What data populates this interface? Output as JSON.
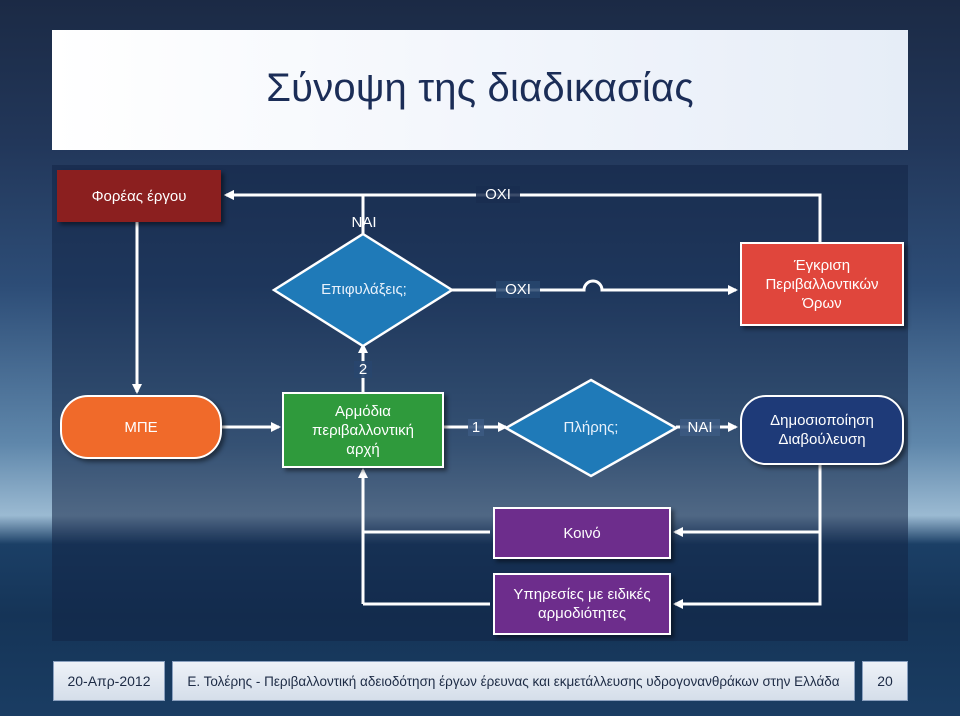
{
  "slide": {
    "title": "Σύνοψη της διαδικασίας"
  },
  "nodes": {
    "foreas": "Φορέας έργου",
    "epifylaxeis": "Επιφυλάξεις;",
    "egkrisi": "Έγκριση Περιβαλλοντικών Όρων",
    "mpe": "ΜΠΕ",
    "armodia": "Αρμόδια περιβαλλοντική αρχή",
    "plires": "Πλήρης;",
    "dimosiopoiisi": "Δημοσιοποίηση Διαβούλευση",
    "koino": "Κοινό",
    "ypiresies": "Υπηρεσίες με ειδικές αρμοδιότητες"
  },
  "edge_labels": {
    "nai_top": "ΝΑΙ",
    "oxi_top": "ΟΧΙ",
    "oxi_mid": "ΟΧΙ",
    "two": "2",
    "one": "1",
    "nai_right": "ΝΑΙ"
  },
  "footer": {
    "date": "20-Απρ-2012",
    "caption": "Ε. Τολέρης - Περιβαλλοντική αδειοδότηση έργων έρευνας και εκμετάλλευσης υδρογονανθράκων στην Ελλάδα",
    "page": "20"
  },
  "colors": {
    "title_text": "#1b2d57",
    "foreas": "#8b1f1f",
    "diamond": "#1f7ab8",
    "egkrisi": "#e0463c",
    "mpe": "#f06a2a",
    "armodia": "#2f9a3c",
    "dimosiopoiisi": "#1e3a78",
    "koino": "#6d2d8c",
    "ypiresies": "#6d2d8c"
  }
}
